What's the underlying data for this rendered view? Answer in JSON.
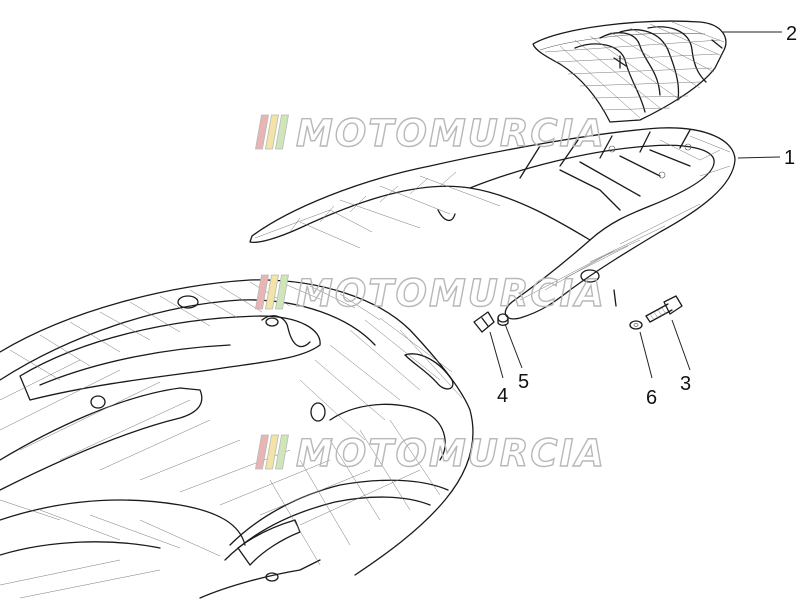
{
  "diagram": {
    "callouts": [
      {
        "id": "1",
        "label": "1"
      },
      {
        "id": "2",
        "label": "2"
      },
      {
        "id": "3",
        "label": "3"
      },
      {
        "id": "4",
        "label": "4"
      },
      {
        "id": "5",
        "label": "5"
      },
      {
        "id": "6",
        "label": "6"
      }
    ],
    "watermark": {
      "text": "MOTOMURCIA",
      "stripe_colors": [
        "#e8b4b4",
        "#f2e3a6",
        "#cfe6b8"
      ]
    },
    "colors": {
      "line": "#1a1a1a",
      "watermark": "#b8b8b8"
    }
  }
}
